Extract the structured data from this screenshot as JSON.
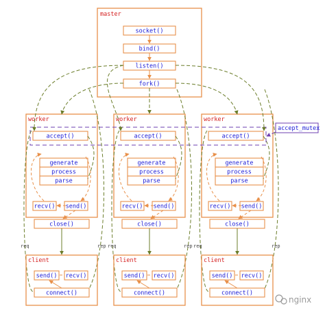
{
  "master": {
    "title": "master",
    "steps": [
      "socket()",
      "bind()",
      "listen()",
      "fork()"
    ]
  },
  "workers": [
    {
      "title": "worker",
      "accept": "accept()",
      "stack": [
        "generate",
        "process",
        "parse"
      ],
      "recv": "recv()",
      "send": "send()",
      "close": "close()"
    },
    {
      "title": "worker",
      "accept": "accept()",
      "stack": [
        "generate",
        "process",
        "parse"
      ],
      "recv": "recv()",
      "send": "send()",
      "close": "close()"
    },
    {
      "title": "worker",
      "accept": "accept()",
      "stack": [
        "generate",
        "process",
        "parse"
      ],
      "recv": "recv()",
      "send": "send()",
      "close": "close()"
    }
  ],
  "clients": [
    {
      "title": "client",
      "send": "send()",
      "recv": "recv()",
      "connect": "connect()"
    },
    {
      "title": "client",
      "send": "send()",
      "recv": "recv()",
      "connect": "connect()"
    },
    {
      "title": "client",
      "send": "send()",
      "recv": "recv()",
      "connect": "connect()"
    }
  ],
  "mutex_label": "accept_mutex",
  "labels": {
    "req": "req",
    "rep": "rep"
  },
  "watermark": "nginx",
  "colors": {
    "box": "#e8904a",
    "text": "#1b1bd6",
    "title": "#d42020",
    "flow": "#6b7d2a",
    "mutex": "#6e3fb0"
  }
}
